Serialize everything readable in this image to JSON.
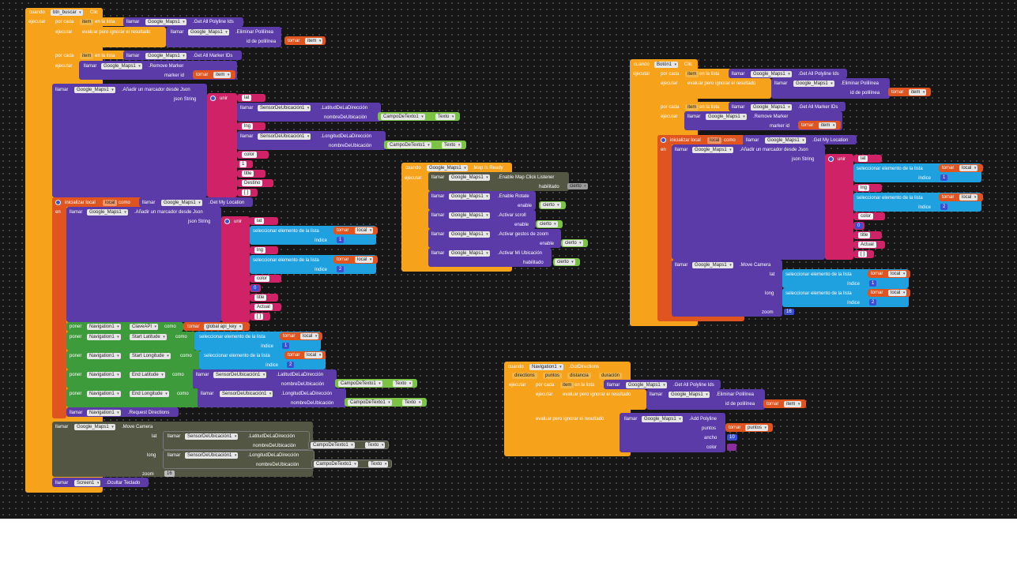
{
  "kw": {
    "cuando": "cuando",
    "ejecutar": "ejecutar",
    "en": "en",
    "por_cada": "por cada",
    "en_la_lista": "en la lista",
    "llamar": "llamar",
    "evaluar": "evaluar pero ignorar el resultado",
    "tomar": "tomar",
    "unir": "unir",
    "poner": "poner",
    "como": "como",
    "inicializar": "inicializar local",
    "seleccionar": "seleccionar elemento de la lista",
    "indice": "índice",
    "lat": "lat",
    "long": "long",
    "zoom": "zoom"
  },
  "comp": {
    "btn_buscar": "btn_buscar",
    "boton1": "Botón1",
    "map": "Google_Maps1",
    "sensor": "SensorDeUbicación1",
    "campo": "CampoDeTexto1",
    "nav": "Navigation1",
    "screen": "Screen1",
    "global_key": "global api_key"
  },
  "ev": {
    "clic": "Clic",
    "ready": ".Map Is Ready",
    "got": ".GotDirections"
  },
  "m": {
    "get_polyline": ".Get All Polyline Ids",
    "elim_polyline": ".Eliminar Polilínea",
    "id_polilinea": "id de polilínea",
    "get_marker": ".Get All Marker IDs",
    "remove_marker": ".Remove Marker",
    "marker_id": "marker id",
    "anadir": ".Añadir un marcador desde Json",
    "json": "json String",
    "lat_dir": ".LatitudDeLaDirección",
    "lng_dir": ".LongitudDeLaDirección",
    "nombre": "nombreDeUbicación",
    "texto": "Texto",
    "get_my_loc": ".Get My Location",
    "move_cam": ".Move Camera",
    "clave": "ClaveAPI",
    "start_lat": "Start Latitude",
    "start_lng": "Start Longitude",
    "end_lat": "End Latitude",
    "end_lng": "End Longitude",
    "request": ".Request Directions",
    "ocultar": ".Ocultar Teclado",
    "enable_click": ".Enable Map Click Listener",
    "habilitado": "habilitado",
    "enable_rotate": ".Enable Rotate",
    "enable": "enable",
    "activar_scroll": ".Activar scroll",
    "activar_gestos": ".Activar gestos de zoom",
    "activar_mi": ".Activar Mi Ubicación",
    "cierto": "cierto",
    "add_polyline": ".Add Polyline",
    "puntos": "puntos",
    "ancho": "ancho",
    "color": "color"
  },
  "v": {
    "item": "item",
    "local": "local",
    "directions": "directions",
    "puntos": "puntos",
    "distancia": "distancia",
    "duracion": "duración"
  },
  "s": {
    "lat": "lat",
    "lng": "lng",
    "color": "color",
    "title": "title",
    "destino": "Destino",
    "actual": "Actual",
    "empty": "[ ]",
    "c1": "1",
    "c0": "0",
    "n1": "1",
    "n2": "2",
    "n16": "16",
    "n10": "10"
  },
  "colors": {
    "event": "#f7a21b",
    "component": "#5b3ba8",
    "text": "#d02266",
    "variable": "#e0551f",
    "list": "#1fa0df",
    "setter": "#3d9b3b",
    "disabled": "#545644",
    "swatch": "#8b2f9e"
  }
}
